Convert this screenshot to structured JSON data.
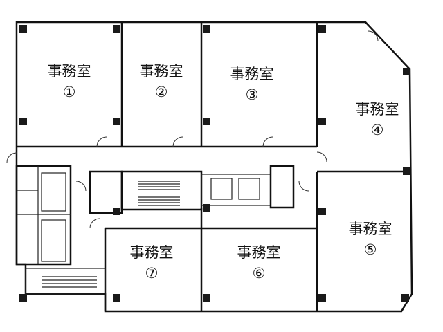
{
  "rooms": [
    {
      "name": "事務室",
      "number": "①"
    },
    {
      "name": "事務室",
      "number": "②"
    },
    {
      "name": "事務室",
      "number": "③"
    },
    {
      "name": "事務室",
      "number": "④"
    },
    {
      "name": "事務室",
      "number": "⑤"
    },
    {
      "name": "事務室",
      "number": "⑥"
    },
    {
      "name": "事務室",
      "number": "⑦"
    }
  ]
}
